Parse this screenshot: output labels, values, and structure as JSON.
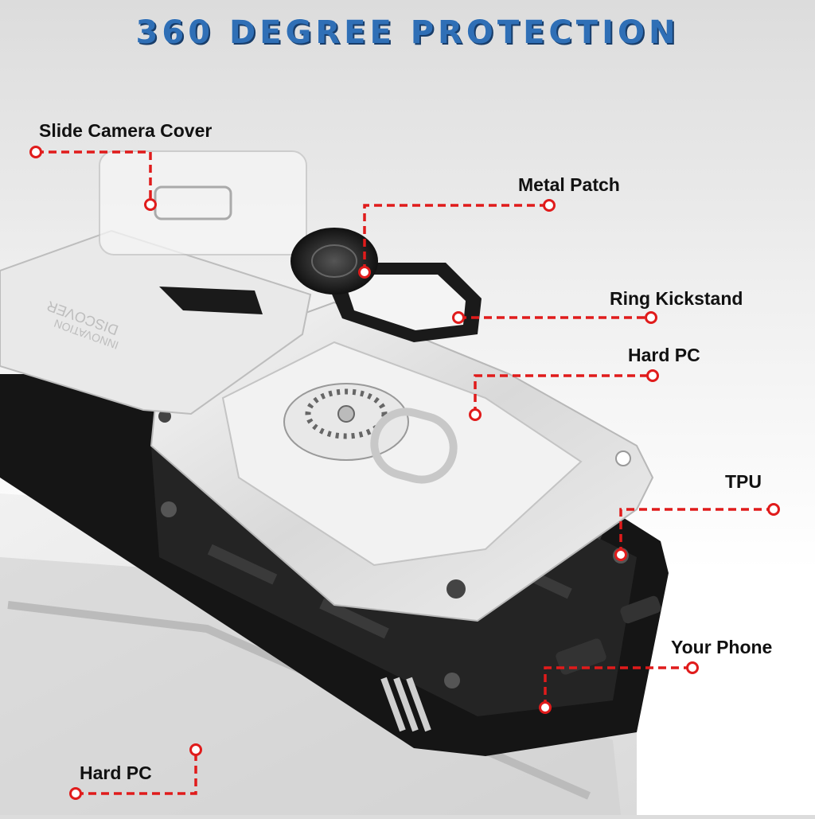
{
  "title": "360 DEGREE PROTECTION",
  "callouts": {
    "slide_camera_cover": "Slide Camera Cover",
    "metal_patch": "Metal Patch",
    "ring_kickstand": "Ring Kickstand",
    "hard_pc_top": "Hard PC",
    "tpu": "TPU",
    "your_phone": "Your Phone",
    "hard_pc_bottom": "Hard PC"
  },
  "engraving": [
    "DISCOVER",
    "INNOVATION"
  ],
  "colors": {
    "title_blue": "#2f6fb6",
    "callout_red": "#e01b1b",
    "case_silver": "#e6e6e6",
    "tpu_black": "#151515"
  }
}
